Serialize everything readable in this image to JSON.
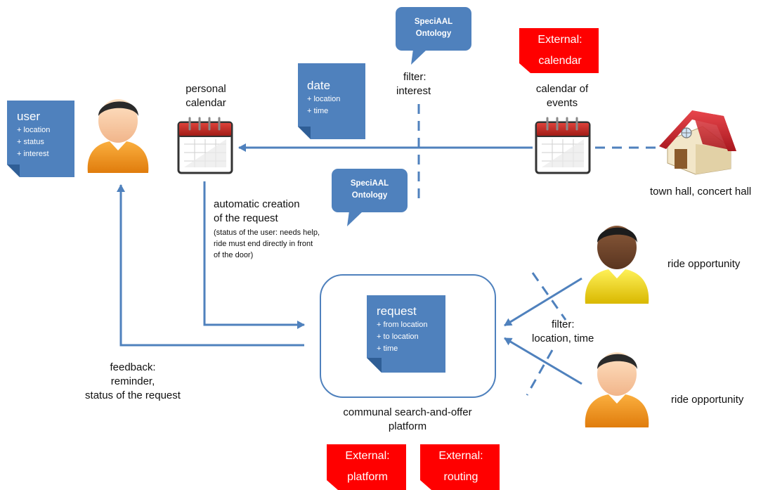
{
  "user_doc": {
    "title": "user",
    "items": [
      "+ location",
      "+ status",
      "+ interest"
    ]
  },
  "date_doc": {
    "title": "date",
    "items": [
      "+ location",
      "+ time"
    ]
  },
  "request_doc": {
    "title": "request",
    "items": [
      "+ from location",
      "+ to location",
      "+ time"
    ]
  },
  "ontology_top": {
    "line1": "SpeciAAL",
    "line2": "Ontology"
  },
  "ontology_mid": {
    "line1": "SpeciAAL",
    "line2": "Ontology"
  },
  "external_calendar": {
    "line1": "External:",
    "line2": "calendar"
  },
  "external_platform": {
    "line1": "External:",
    "line2": "platform"
  },
  "external_routing": {
    "line1": "External:",
    "line2": "routing"
  },
  "labels": {
    "personal_calendar": [
      "personal",
      "calendar"
    ],
    "filter_interest": [
      "filter:",
      "interest"
    ],
    "calendar_of_events": [
      "calendar of",
      "events"
    ],
    "town_hall": "town hall, concert hall",
    "automatic_creation": [
      "automatic creation",
      "of the request"
    ],
    "automatic_creation_note": [
      "(status of the user: needs help,",
      "ride must end directly in front",
      "of the door)"
    ],
    "ride_opportunity_top": "ride opportunity",
    "ride_opportunity_bottom": "ride opportunity",
    "filter_location_time": [
      "filter:",
      "location, time"
    ],
    "feedback": [
      "feedback:",
      "reminder,",
      "status of the request"
    ],
    "platform": [
      "communal search-and-offer",
      "platform"
    ]
  },
  "colors": {
    "doc_blue": "#4f81bd",
    "line_blue": "#4f81bd",
    "external_red": "#ff0000",
    "person_shirt_orange": "#f59a1f",
    "person_shirt_yellow": "#f2e11c",
    "house_roof": "#c8232c"
  }
}
